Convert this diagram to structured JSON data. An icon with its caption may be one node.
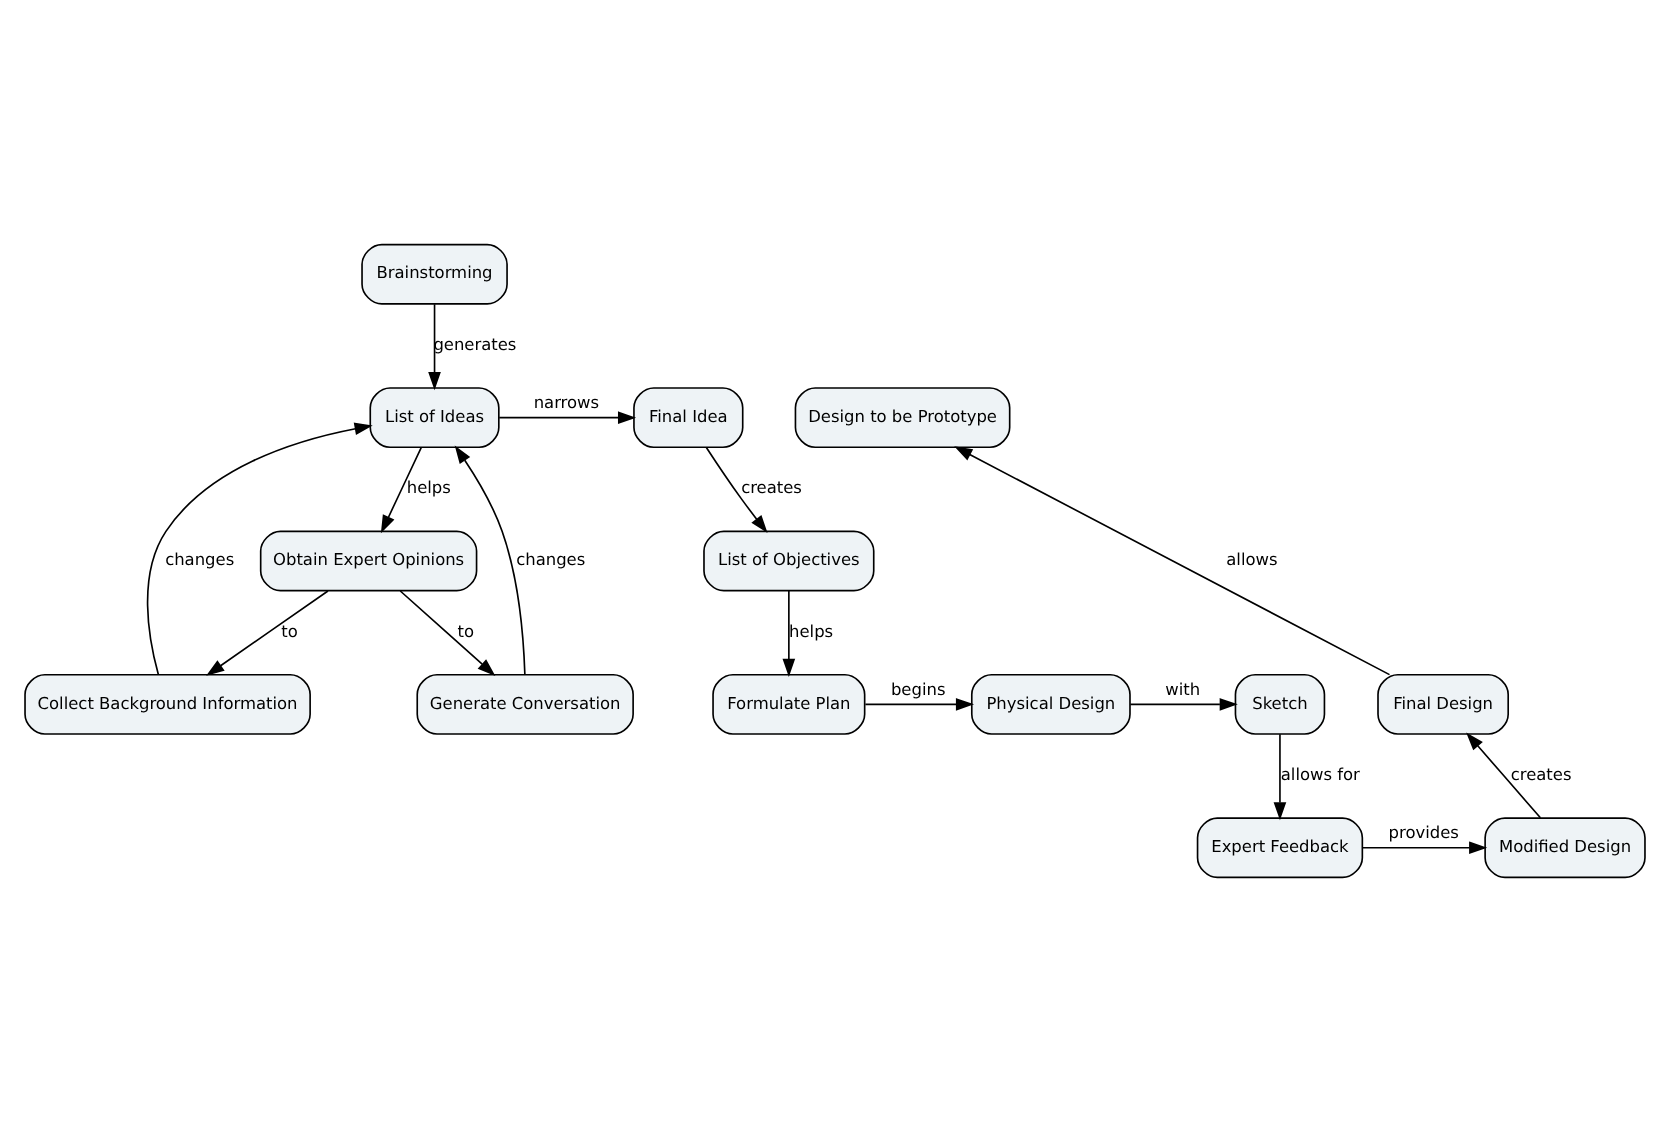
{
  "diagram": {
    "nodes": [
      {
        "text": [
          "Brainstorming"
        ]
      },
      {
        "text": [
          "List of Ideas"
        ]
      },
      {
        "text": [
          "Final Idea"
        ]
      },
      {
        "text": [
          "Design to be Prototype"
        ]
      },
      {
        "text": [
          "List of Objectives"
        ]
      },
      {
        "text": [
          "Obtain Expert Opinions"
        ]
      },
      {
        "text": [
          "Collect Background Information"
        ]
      },
      {
        "text": [
          "Generate Conversation"
        ]
      },
      {
        "text": [
          "Final Design"
        ]
      },
      {
        "text": [
          "Sketch"
        ]
      },
      {
        "text": [
          "Physical Design"
        ]
      },
      {
        "text": [
          "Formulate Plan"
        ]
      },
      {
        "text": [
          "Modified Design"
        ]
      },
      {
        "text": [
          "Expert Feedback"
        ]
      }
    ],
    "edges": [
      {
        "from": 0,
        "to": 1,
        "arrow": "to",
        "label": "generates"
      },
      {
        "from": 1,
        "to": 2,
        "arrow": "to",
        "label": "narrows"
      },
      {
        "from": 1,
        "to": 5,
        "arrow": "to",
        "label": "helps"
      },
      {
        "from": 2,
        "to": 4,
        "arrow": "to",
        "label": "creates"
      },
      {
        "from": 6,
        "to": 1,
        "arrow": "to",
        "label": "changes"
      },
      {
        "from": 5,
        "to": 6,
        "arrow": "to",
        "label": "to"
      },
      {
        "from": 5,
        "to": 7,
        "arrow": "to",
        "label": "to"
      },
      {
        "from": 7,
        "to": 1,
        "arrow": "to",
        "label": "changes"
      },
      {
        "from": 4,
        "to": 11,
        "arrow": "to",
        "label": "helps"
      },
      {
        "from": 11,
        "to": 10,
        "arrow": "to",
        "label": "begins"
      },
      {
        "from": 10,
        "to": 9,
        "arrow": "to",
        "label": "with"
      },
      {
        "from": 9,
        "to": 13,
        "arrow": "to",
        "label": "allows for"
      },
      {
        "from": 13,
        "to": 12,
        "arrow": "to",
        "label": "provides"
      },
      {
        "from": 12,
        "to": 8,
        "arrow": "to",
        "label": "creates"
      },
      {
        "from": 8,
        "to": 3,
        "arrow": "to",
        "label": "allows"
      }
    ]
  }
}
